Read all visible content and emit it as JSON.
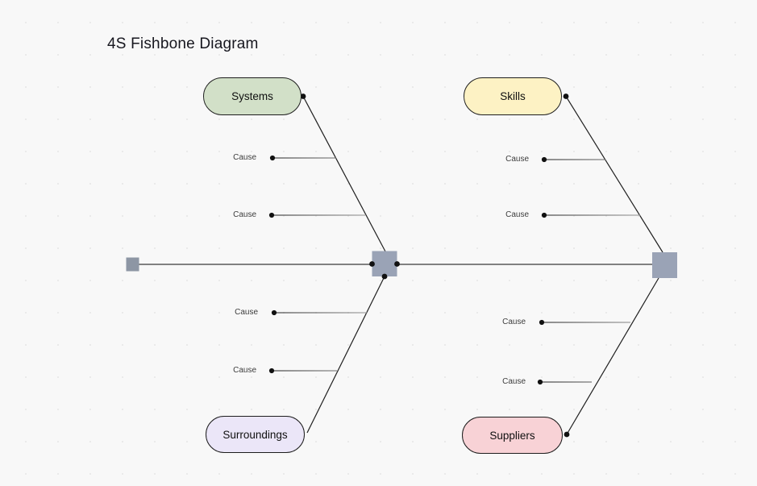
{
  "title": "4S Fishbone Diagram",
  "canvas": {
    "background": "#f8f8f8",
    "grid_dot_color": "#eaeaea"
  },
  "spine": {
    "line_color": "#3a3a3a",
    "node_color": "#9aa3b6",
    "tail_node_color": "#8d96a4",
    "bone_color": "#1f1f1f"
  },
  "branches": [
    {
      "id": "systems",
      "label": "Systems",
      "fill": "#d2e0c8",
      "border": "#1d1d1d",
      "position": "top-left",
      "causes": [
        {
          "label": "Cause"
        },
        {
          "label": "Cause"
        }
      ]
    },
    {
      "id": "skills",
      "label": "Skills",
      "fill": "#fdf2c4",
      "border": "#1d1d1d",
      "position": "top-right",
      "causes": [
        {
          "label": "Cause"
        },
        {
          "label": "Cause"
        }
      ]
    },
    {
      "id": "surroundings",
      "label": "Surroundings",
      "fill": "#ebe6f8",
      "border": "#1d1d1d",
      "position": "bottom-left",
      "causes": [
        {
          "label": "Cause"
        },
        {
          "label": "Cause"
        }
      ]
    },
    {
      "id": "suppliers",
      "label": "Suppliers",
      "fill": "#f8d2d6",
      "border": "#1d1d1d",
      "position": "bottom-right",
      "causes": [
        {
          "label": "Cause"
        },
        {
          "label": "Cause"
        }
      ]
    }
  ]
}
